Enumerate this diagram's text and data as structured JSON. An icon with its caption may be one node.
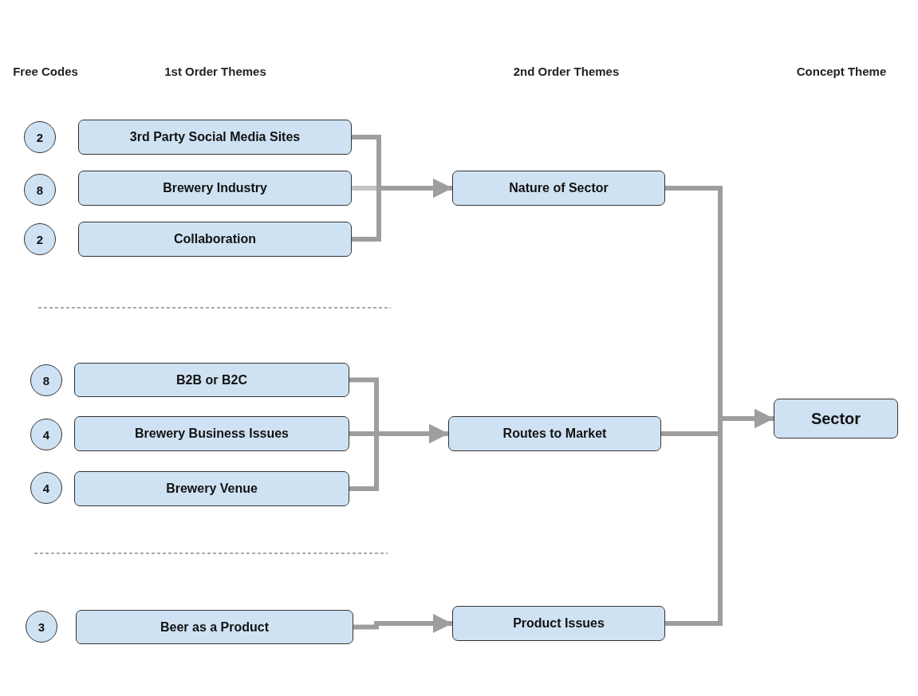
{
  "diagram": {
    "nodes": [
      {
        "text": [
          "2"
        ]
      },
      {
        "text": [
          "3rd Party Social Media Sites"
        ]
      },
      {
        "text": [
          "8"
        ]
      },
      {
        "text": [
          "Brewery Industry"
        ]
      },
      {
        "text": [
          "Nature of Sector"
        ]
      },
      {
        "text": [
          "2"
        ]
      },
      {
        "text": [
          "Collaboration"
        ]
      },
      {
        "text": [
          "8"
        ]
      },
      {
        "text": [
          "B2B or B2C"
        ]
      },
      {
        "text": [
          "4"
        ]
      },
      {
        "text": [
          "Brewery Business Issues"
        ]
      },
      {
        "text": [
          "Routes to Market"
        ]
      },
      {
        "text": [
          "Sector"
        ]
      },
      {
        "text": [
          "4"
        ]
      },
      {
        "text": [
          "Brewery Venue"
        ]
      },
      {
        "text": [
          "3"
        ]
      },
      {
        "text": [
          "Beer as a Product"
        ]
      },
      {
        "text": [
          "Product Issues"
        ]
      }
    ],
    "edges": [
      {
        "from": 1,
        "to": 4,
        "arrow": "to"
      },
      {
        "from": 3,
        "to": 4,
        "arrow": "to",
        "color": "#c4c4c4"
      },
      {
        "from": 6,
        "to": 4,
        "arrow": "to"
      },
      {
        "from": 8,
        "to": 11,
        "arrow": "to"
      },
      {
        "from": 10,
        "to": 11,
        "arrow": "to"
      },
      {
        "from": 14,
        "to": 11,
        "arrow": "to"
      },
      {
        "from": 16,
        "to": 17,
        "arrow": "to"
      },
      {
        "from": 4,
        "to": 12,
        "arrow": "to"
      },
      {
        "from": 11,
        "to": 12,
        "arrow": "to"
      },
      {
        "from": 17,
        "to": 12,
        "arrow": "to"
      }
    ],
    "labels": [
      "Free Codes",
      "1st Order Themes",
      "2nd Order Themes",
      "Concept Theme"
    ]
  }
}
